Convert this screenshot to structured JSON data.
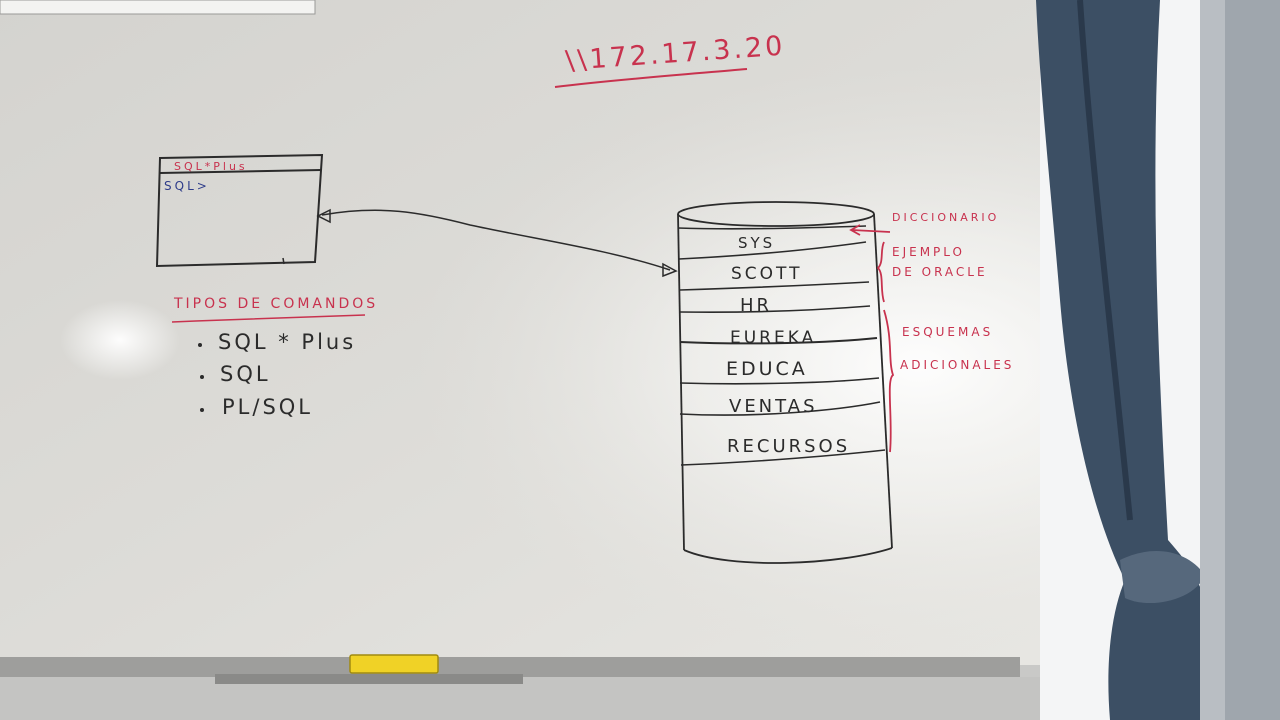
{
  "board": {
    "title": "\\\\172.17.3.20",
    "sqlplus_window": {
      "title": "SQL*Plus",
      "prompt": "SQL>"
    },
    "command_types": {
      "heading": "TIPOS DE COMANDOS",
      "items": [
        "SQL * Plus",
        "SQL",
        "PL/SQL"
      ]
    },
    "database": {
      "schemas": [
        "SYS",
        "SCOTT",
        "HR",
        "EUREKA",
        "EDUCA",
        "VENTAS",
        "RECURSOS"
      ]
    },
    "annotations": {
      "dictionary": "DICCIONARIO",
      "example_line1": "EJEMPLO",
      "example_line2": "DE ORACLE",
      "additional_line1": "ESQUEMAS",
      "additional_line2": "ADICIONALES"
    }
  },
  "colors": {
    "board": "#e6e5e1",
    "red_marker": "#c8324e",
    "black_marker": "#2b2b2b",
    "blue_marker": "#2f3d8a",
    "curtain": "#3c4f64",
    "eraser": "#f0d226"
  }
}
